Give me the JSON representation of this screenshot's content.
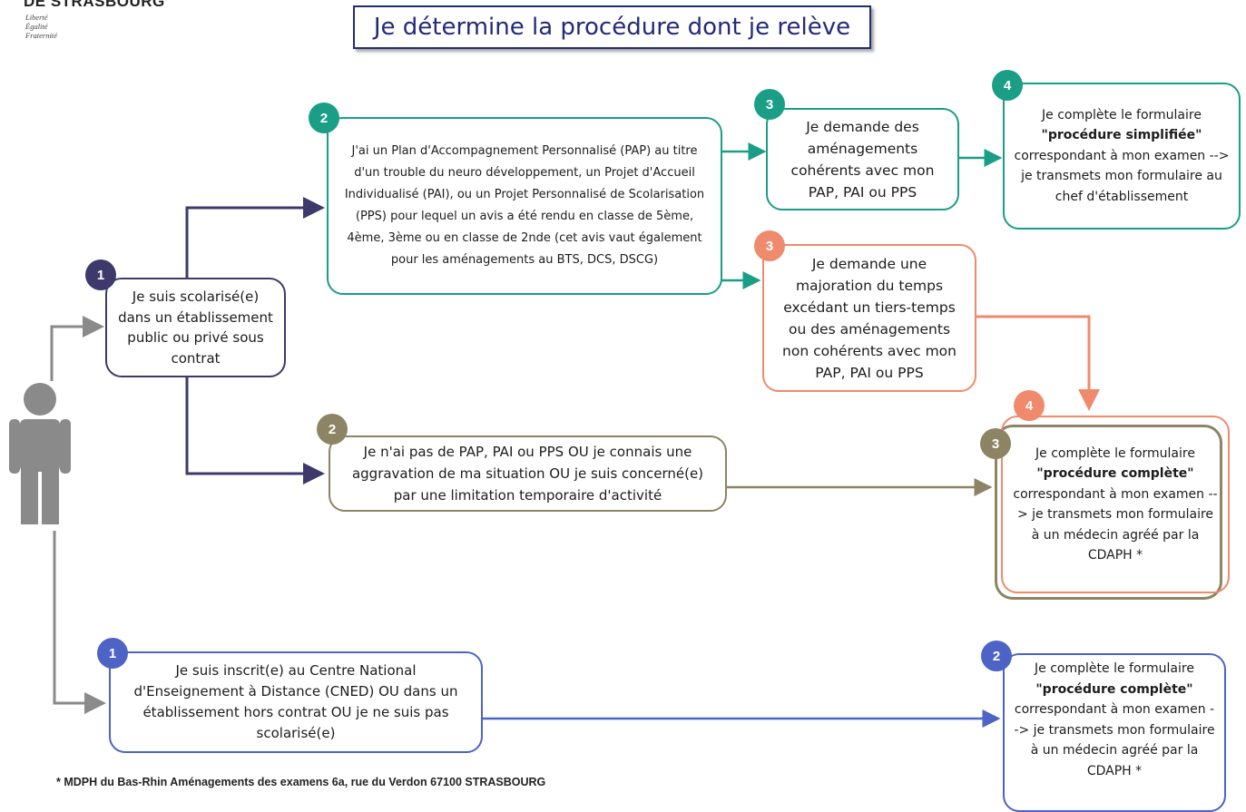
{
  "header": {
    "org_name": "DE STRASBOURG",
    "motto_1": "Liberté",
    "motto_2": "Égalité",
    "motto_3": "Fraternité"
  },
  "title": "Je détermine la procédure dont je relève",
  "colors": {
    "navy": "#3d3a6b",
    "teal": "#1a9e86",
    "salmon": "#f08a6c",
    "olive": "#8c8464",
    "blue": "#4d63c6",
    "title": "#232a7a",
    "person": "#8a8a8a"
  },
  "icons": {
    "person": "person-silhouette-icon"
  },
  "steps": {
    "scolarise": {
      "number": "1",
      "text": "Je suis scolarisé(e) dans un établissement public ou privé sous contrat"
    },
    "pap": {
      "number": "2",
      "text": "J'ai un Plan d'Accompagnement Personnalisé (PAP) au titre d'un trouble du neuro développement, un Projet d'Accueil Individualisé (PAI), ou un Projet Personnalisé de Scolarisation (PPS) pour lequel un avis a été rendu en classe de 5ème, 4ème, 3ème ou en classe de 2nde (cet avis vaut également pour les aménagements au BTS, DCS, DSCG)"
    },
    "amenagements_coherents": {
      "number": "3",
      "text": "Je demande des aménagements cohérents avec mon PAP, PAI ou PPS"
    },
    "simplifiee": {
      "number": "4",
      "line1": "Je complète le formulaire",
      "bold": "\"procédure simplifiée\"",
      "line2": "correspondant à mon examen --> je transmets mon formulaire au chef d'établissement"
    },
    "majoration": {
      "number": "3",
      "text": "Je demande une majoration du temps excédant un tiers-temps ou des aménagements non cohérents avec mon PAP, PAI ou PPS"
    },
    "pas_de_pap": {
      "number": "2",
      "text": "Je n'ai pas de PAP, PAI ou PPS OU je connais une aggravation de ma situation OU je suis concerné(e) par une limitation temporaire d'activité"
    },
    "complete_a": {
      "number_back": "4",
      "number_front": "3",
      "line1": "Je complète le formulaire",
      "bold": "\"procédure complète\"",
      "line2": "correspondant à mon examen --> je transmets mon formulaire à un médecin agréé par la CDAPH *"
    },
    "cned": {
      "number": "1",
      "text": "Je suis inscrit(e) au Centre National d'Enseignement à Distance (CNED) OU dans un établissement hors contrat OU je ne suis pas scolarisé(e)"
    },
    "complete_b": {
      "number": "2",
      "line1": "Je complète le formulaire",
      "bold": "\"procédure complète\"",
      "line2": "correspondant à mon examen --> je transmets mon formulaire à un médecin agréé par la CDAPH *"
    }
  },
  "footnote": "* MDPH du Bas-Rhin Aménagements des examens 6a, rue du Verdon 67100 STRASBOURG"
}
